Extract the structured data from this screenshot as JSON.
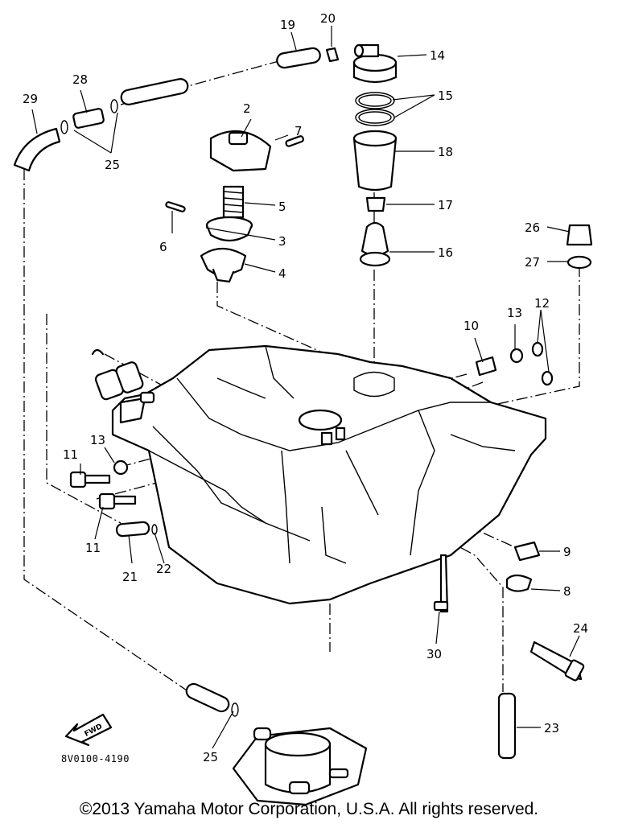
{
  "diagram": {
    "callouts": [
      {
        "id": "c1",
        "label": "2"
      },
      {
        "id": "c2",
        "label": "3"
      },
      {
        "id": "c3",
        "label": "4"
      },
      {
        "id": "c4",
        "label": "5"
      },
      {
        "id": "c5",
        "label": "6"
      },
      {
        "id": "c6",
        "label": "7"
      },
      {
        "id": "c7",
        "label": "8"
      },
      {
        "id": "c8",
        "label": "9"
      },
      {
        "id": "c9",
        "label": "10"
      },
      {
        "id": "c10",
        "label": "11"
      },
      {
        "id": "c11",
        "label": "11"
      },
      {
        "id": "c12",
        "label": "12"
      },
      {
        "id": "c13",
        "label": "13"
      },
      {
        "id": "c14",
        "label": "13"
      },
      {
        "id": "c15",
        "label": "14"
      },
      {
        "id": "c16",
        "label": "15"
      },
      {
        "id": "c17",
        "label": "16"
      },
      {
        "id": "c18",
        "label": "17"
      },
      {
        "id": "c19",
        "label": "18"
      },
      {
        "id": "c20",
        "label": "19"
      },
      {
        "id": "c21",
        "label": "20"
      },
      {
        "id": "c22",
        "label": "21"
      },
      {
        "id": "c23",
        "label": "22"
      },
      {
        "id": "c24",
        "label": "23"
      },
      {
        "id": "c25",
        "label": "24"
      },
      {
        "id": "c26",
        "label": "25"
      },
      {
        "id": "c27",
        "label": "25"
      },
      {
        "id": "c28",
        "label": "26"
      },
      {
        "id": "c29",
        "label": "27"
      },
      {
        "id": "c30",
        "label": "28"
      },
      {
        "id": "c31",
        "label": "29"
      },
      {
        "id": "c32",
        "label": "30"
      }
    ],
    "fwd_label": "FWD",
    "code": "8V0100-4190"
  },
  "footer": {
    "copyright": "©2013 Yamaha Motor Corporation, U.S.A. All rights reserved."
  }
}
